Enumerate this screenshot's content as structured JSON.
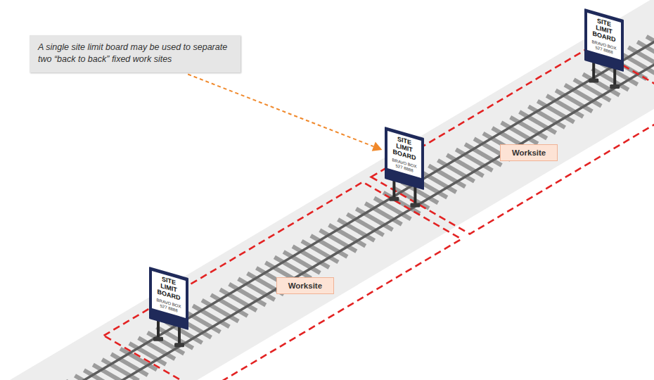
{
  "diagram": {
    "nodes": [
      {
        "text": [
          "A single site limit board may be used to separate two “back to back” fixed work sites"
        ]
      },
      {
        "text": [
          "SITE LIMIT BOARD",
          "BRAVO BOX 527 8888"
        ]
      },
      {
        "text": [
          "Worksite"
        ]
      },
      {
        "text": [
          "SITE LIMIT BOARD",
          "BRAVO BOX 527 8888"
        ]
      },
      {
        "text": [
          "Worksite"
        ]
      },
      {
        "text": [
          "SITE LIMIT BOARD",
          "BRAVO BOX 527 8888"
        ]
      }
    ],
    "edges": [
      {
        "from": 0,
        "to": 3,
        "arrow": "to"
      }
    ]
  }
}
